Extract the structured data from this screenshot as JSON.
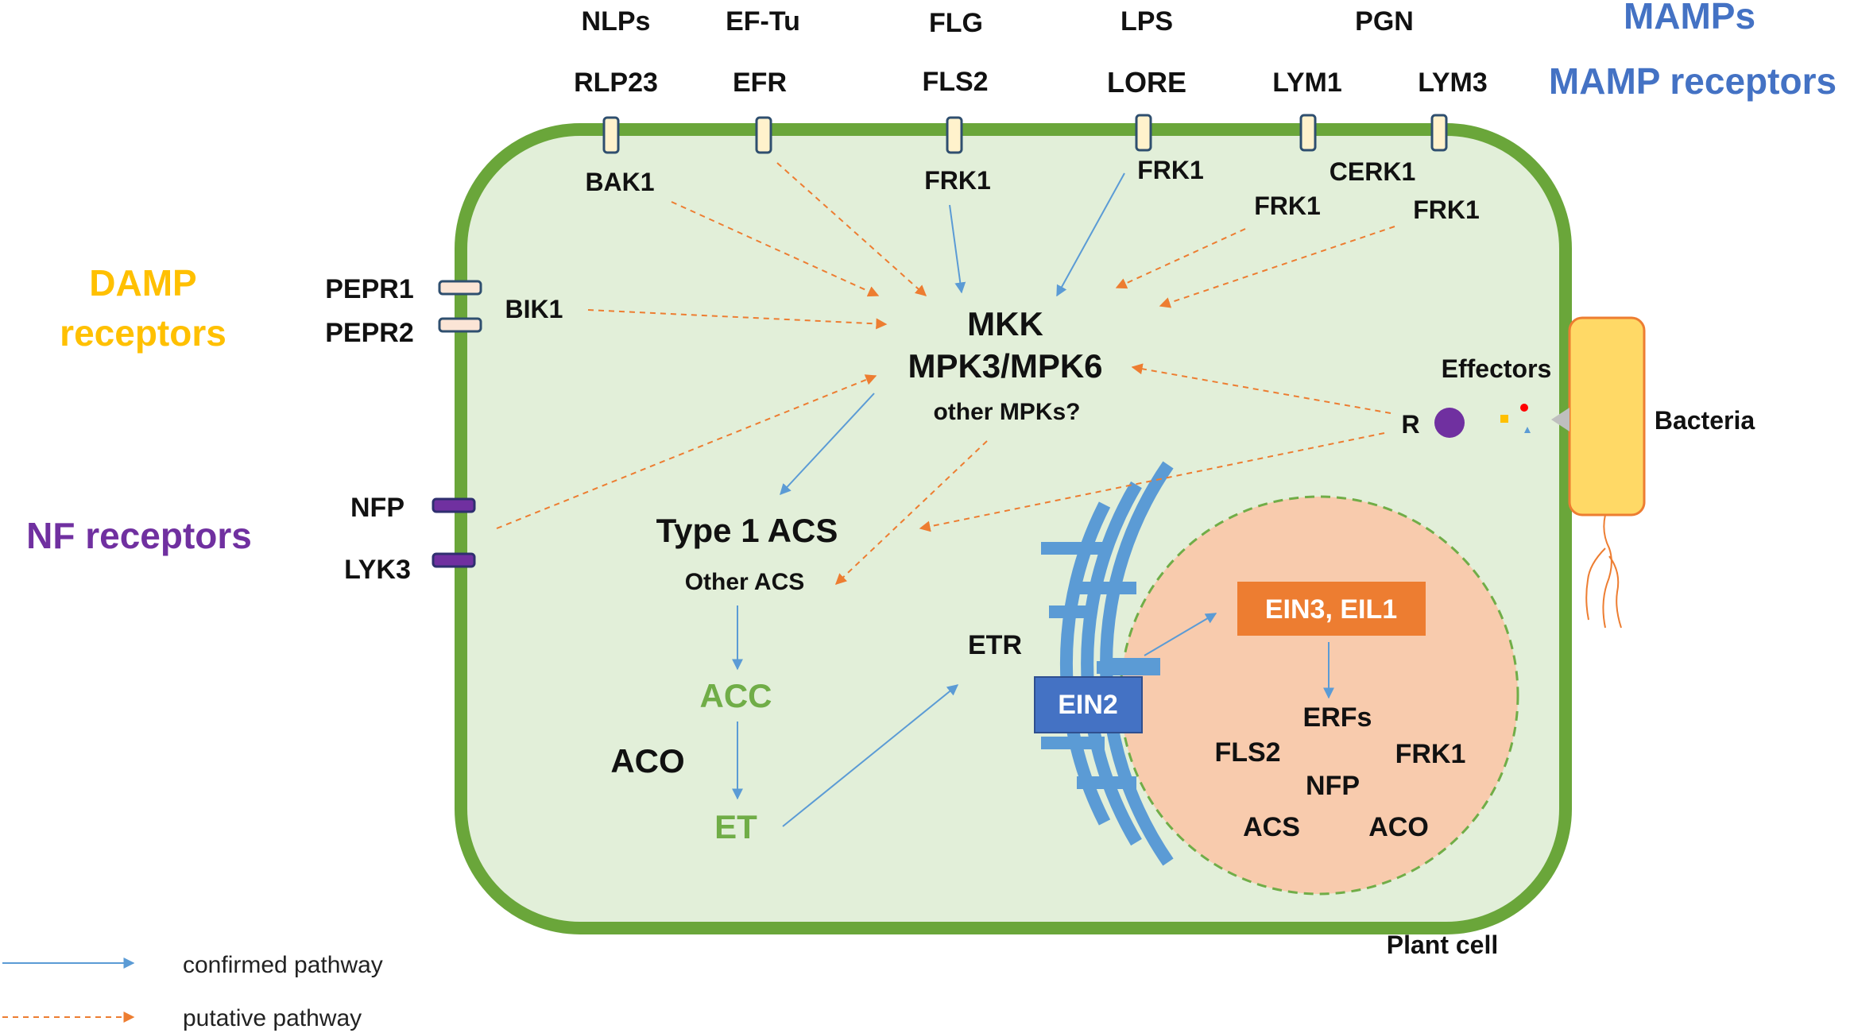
{
  "ligands": {
    "nlps": "NLPs",
    "eftu": "EF-Tu",
    "flg": "FLG",
    "lps": "LPS",
    "pgn": "PGN"
  },
  "receptors": {
    "rlp23": "RLP23",
    "efr": "EFR",
    "fls2": "FLS2",
    "lore": "LORE",
    "lym1": "LYM1",
    "lym3": "LYM3"
  },
  "headings": {
    "mamps": "MAMPs",
    "mamp_receptors": "MAMP receptors",
    "damp_line1": "DAMP",
    "damp_line2": "receptors",
    "nf_receptors": "NF receptors"
  },
  "membrane_labels": {
    "pepr1": "PEPR1",
    "pepr2": "PEPR2",
    "nfp": "NFP",
    "lyk3": "LYK3"
  },
  "cytoplasm": {
    "bak1": "BAK1",
    "frk1_fls2": "FRK1",
    "frk1_lore": "FRK1",
    "cerk1": "CERK1",
    "frk1_lym1": "FRK1",
    "frk1_lym3": "FRK1",
    "bik1": "BIK1",
    "mkk": "MKK",
    "mpk36": "MPK3/MPK6",
    "other_mpks": "other MPKs?",
    "type1_acs": "Type 1 ACS",
    "other_acs": "Other ACS",
    "acc": "ACC",
    "aco": "ACO",
    "et": "ET",
    "etr": "ETR",
    "ein2": "EIN2",
    "effectors": "Effectors",
    "r": "R",
    "plant_cell": "Plant cell"
  },
  "nucleus": {
    "ein3": "EIN3, EIL1",
    "erfs": "ERFs",
    "fls2": "FLS2",
    "frk1": "FRK1",
    "nfp": "NFP",
    "acs": "ACS",
    "aco": "ACO"
  },
  "bacteria": "Bacteria",
  "legend": {
    "confirmed": "confirmed pathway",
    "putative": "putative pathway"
  },
  "colors": {
    "cell_fill": "#e2efd9",
    "cell_wall": "#6aa63a",
    "confirmed_arrow": "#5b9bd5",
    "putative_arrow": "#ed7d31",
    "nucleus_fill": "#f8cbad",
    "nucleus_border": "#70ad47",
    "er_blue": "#5b9bd5",
    "ein2_fill": "#4472c4",
    "ein3_fill": "#ed7d31",
    "mamp_blue": "#4472c4",
    "damp_yellow": "#ffc000",
    "nf_purple": "#7030a0",
    "green_text": "#70ad47",
    "bacteria_fill": "#ffd966",
    "bacteria_border": "#ed7d31",
    "r_purple": "#7030a0"
  }
}
